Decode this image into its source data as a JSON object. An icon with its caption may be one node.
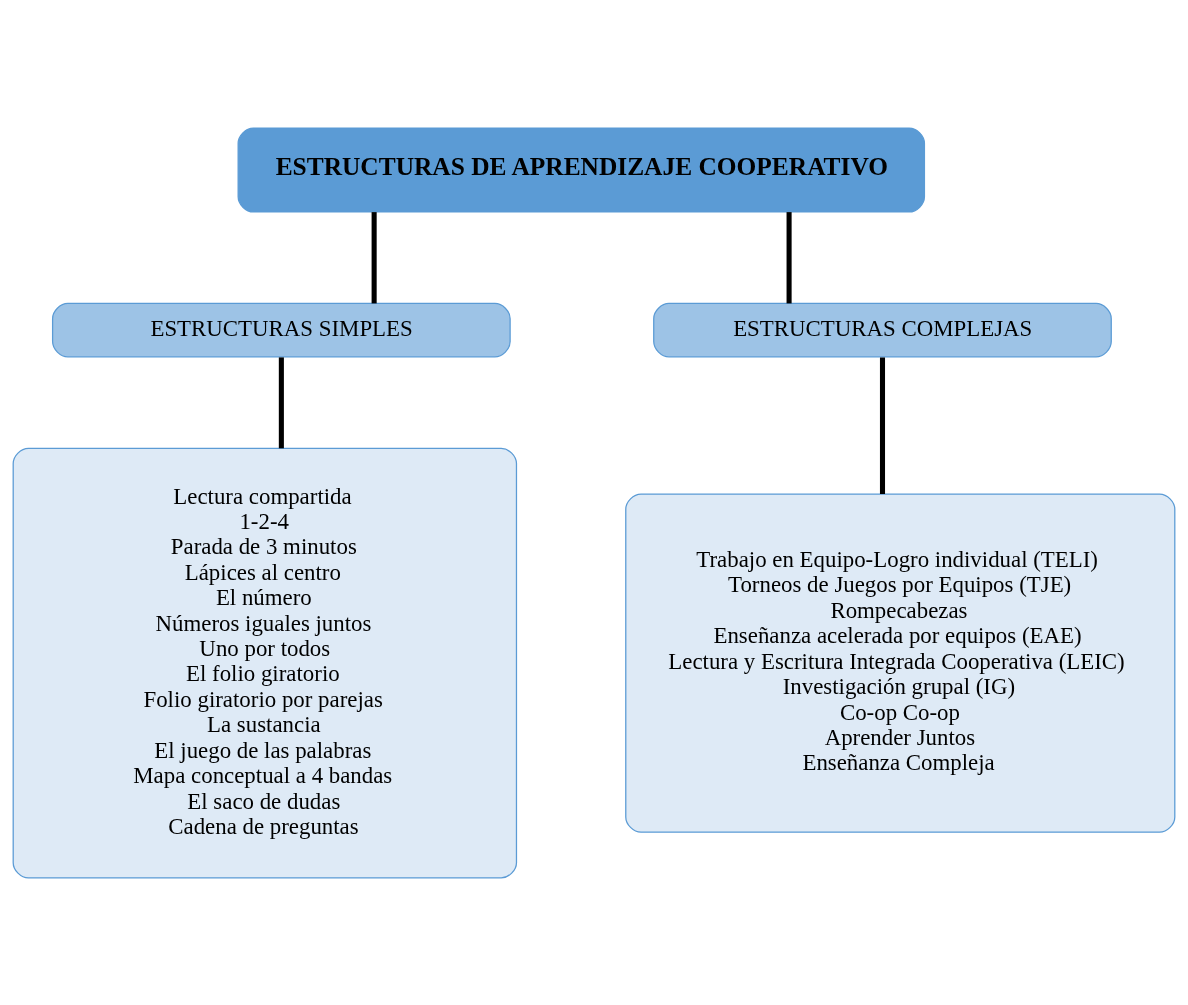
{
  "diagram": {
    "nodes": [
      {
        "text": [
          "ESTRUCTURAS DE APRENDIZAJE COOPERATIVO"
        ]
      },
      {
        "text": [
          "ESTRUCTURAS SIMPLES"
        ]
      },
      {
        "text": [
          "ESTRUCTURAS COMPLEJAS"
        ]
      },
      {
        "text": [
          "Lectura compartida",
          "1-2-4",
          "Parada de 3 minutos",
          "Lápices al centro",
          "El número",
          "Números iguales juntos",
          "Uno por todos",
          "El folio giratorio",
          "Folio giratorio por parejas",
          "La sustancia",
          "El juego de las palabras",
          "Mapa conceptual a 4 bandas",
          "El saco de dudas",
          "Cadena de preguntas"
        ]
      },
      {
        "text": [
          "Trabajo en Equipo-Logro individual (TELI)",
          "Torneos de Juegos por Equipos (TJE)",
          "Rompecabezas",
          "Enseñanza acelerada por equipos (EAE)",
          "Lectura y Escritura Integrada Cooperativa (LEIC)",
          "Investigación grupal (IG)",
          "Co-op Co-op",
          "Aprender Juntos",
          "Enseñanza Compleja"
        ]
      }
    ],
    "edges": [
      {
        "from": 0,
        "to": 1,
        "arrow": "none"
      },
      {
        "from": 0,
        "to": 2,
        "arrow": "none"
      },
      {
        "from": 1,
        "to": 3,
        "arrow": "none"
      },
      {
        "from": 2,
        "to": 4,
        "arrow": "none"
      }
    ]
  }
}
